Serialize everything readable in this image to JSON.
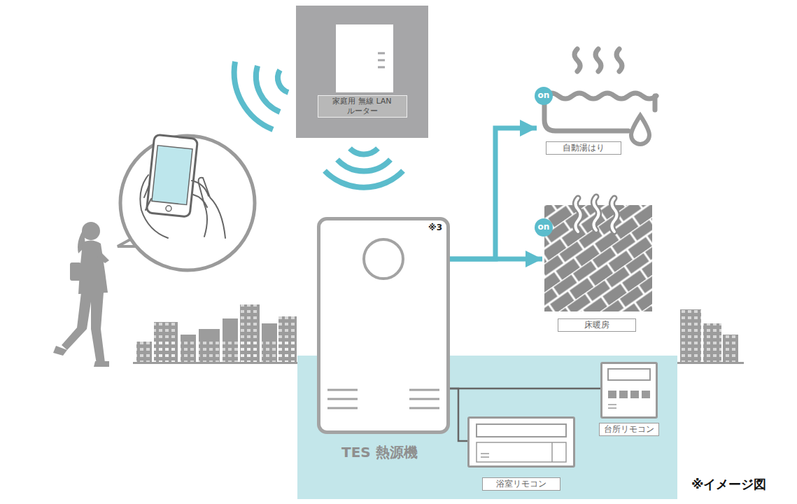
{
  "diagram": {
    "nodes": [
      {
        "text": [
          "家庭用 無線 LAN ルーター"
        ]
      },
      {
        "text": [
          "自動湯はり"
        ]
      },
      {
        "text": [
          "床暖房"
        ]
      },
      {
        "text": [
          "※3",
          "TES 熱源機"
        ]
      },
      {
        "text": [
          "台所リモコン"
        ]
      },
      {
        "text": [
          "浴室リモコン"
        ]
      }
    ],
    "edges": [
      {
        "from": 3,
        "to": 1,
        "arrow": "to"
      },
      {
        "from": 3,
        "to": 2,
        "arrow": "to"
      },
      {
        "from": 3,
        "to": 4,
        "arrow": "none"
      },
      {
        "from": 3,
        "to": 5,
        "arrow": "none"
      }
    ],
    "labels": [
      "on",
      "on",
      "※イメージ図"
    ]
  }
}
